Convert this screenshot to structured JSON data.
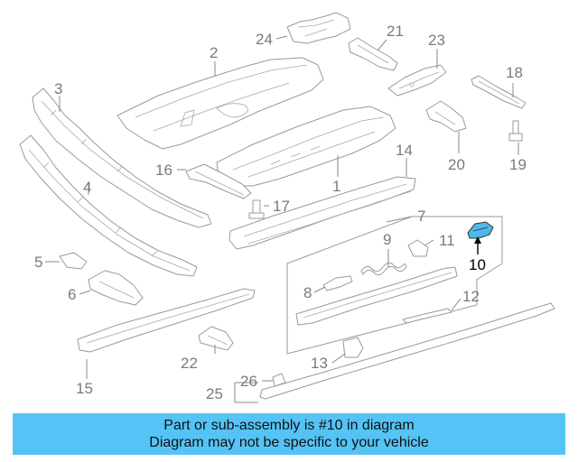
{
  "diagram": {
    "highlight_part": "10",
    "callouts": {
      "c1": "1",
      "c2": "2",
      "c3": "3",
      "c4": "4",
      "c5": "5",
      "c6": "6",
      "c7": "7",
      "c8": "8",
      "c9": "9",
      "c10": "10",
      "c11": "11",
      "c12": "12",
      "c13": "13",
      "c14": "14",
      "c15": "15",
      "c16": "16",
      "c17": "17",
      "c18": "18",
      "c19": "19",
      "c20": "20",
      "c21": "21",
      "c22": "22",
      "c23": "23",
      "c24": "24",
      "c25": "25",
      "c26": "26"
    },
    "colors": {
      "highlight_fill": "#4fb8e8",
      "line": "#9a9a9a",
      "callout": "#7a7a7a"
    }
  },
  "banner": {
    "line1": "Part or sub-assembly is #10 in diagram",
    "line2": "Diagram may not be specific to your vehicle",
    "color": "#55c3f5"
  }
}
